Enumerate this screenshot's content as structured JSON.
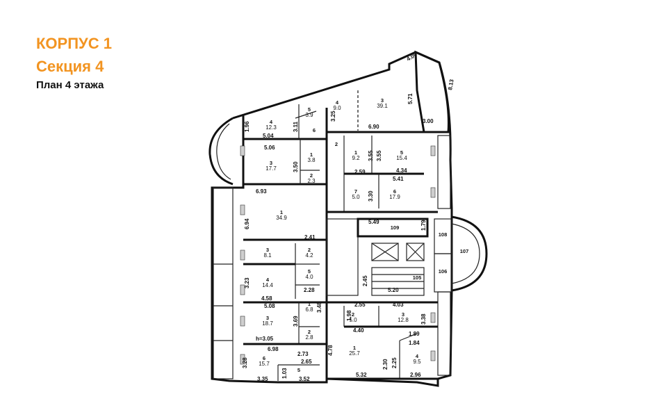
{
  "header": {
    "building": "КОРПУС 1",
    "section": "Секция 4",
    "plan": "План 4 этажа",
    "accent": "#f29421"
  },
  "rooms": [
    {
      "num": "4",
      "area": "12.3"
    },
    {
      "num": "5",
      "area": "3.9"
    },
    {
      "num": "6",
      "area": ""
    },
    {
      "num": "3",
      "area": "17.7"
    },
    {
      "num": "1",
      "area": "3.8"
    },
    {
      "num": "2",
      "area": "2.3"
    },
    {
      "num": "1",
      "area": "34.9"
    },
    {
      "num": "3",
      "area": "8.1"
    },
    {
      "num": "2",
      "area": "4.2"
    },
    {
      "num": "5",
      "area": "4.0"
    },
    {
      "num": "4",
      "area": "14.4"
    },
    {
      "num": "1",
      "area": "6.8"
    },
    {
      "num": "3",
      "area": "18.7"
    },
    {
      "num": "2",
      "area": "2.8"
    },
    {
      "num": "6",
      "area": "15.7"
    },
    {
      "num": "5",
      "area": ""
    },
    {
      "num": "4",
      "area": "9.0"
    },
    {
      "num": "3",
      "area": "39.1"
    },
    {
      "num": "2",
      "area": ""
    },
    {
      "num": "1",
      "area": "9.2"
    },
    {
      "num": "5",
      "area": "15.4"
    },
    {
      "num": "7",
      "area": "5.0"
    },
    {
      "num": "6",
      "area": "17.9"
    },
    {
      "num": "109",
      "area": ""
    },
    {
      "num": "108",
      "area": ""
    },
    {
      "num": "107",
      "area": ""
    },
    {
      "num": "105",
      "area": ""
    },
    {
      "num": "106",
      "area": ""
    },
    {
      "num": "3",
      "area": "12.8"
    },
    {
      "num": "2",
      "area": "5.0"
    },
    {
      "num": "1",
      "area": "25.7"
    },
    {
      "num": "4",
      "area": "9.5"
    }
  ],
  "dims": [
    "1.96",
    "5.04",
    "3.11",
    "5.06",
    "3.50",
    "6.93",
    "6.94",
    "2.41",
    "3.23",
    "2.28",
    "4.58",
    "5.08",
    "3.69",
    "3.48",
    "h=3.05",
    "6.98",
    "2.73",
    "3.28",
    "2.65",
    "1.03",
    "3.35",
    "3.52",
    "3.25",
    "6.90",
    "5.71",
    "4.09",
    "8.13",
    "3.00",
    "3.55",
    "3.55",
    "2.59",
    "4.34",
    "5.41",
    "3.30",
    "5.49",
    "1.79",
    "2.45",
    "5.20",
    "1.98",
    "2.55",
    "4.03",
    "4.40",
    "3.38",
    "1.89",
    "1.84",
    "4.78",
    "2.30",
    "2.25",
    "5.32",
    "2.96"
  ]
}
